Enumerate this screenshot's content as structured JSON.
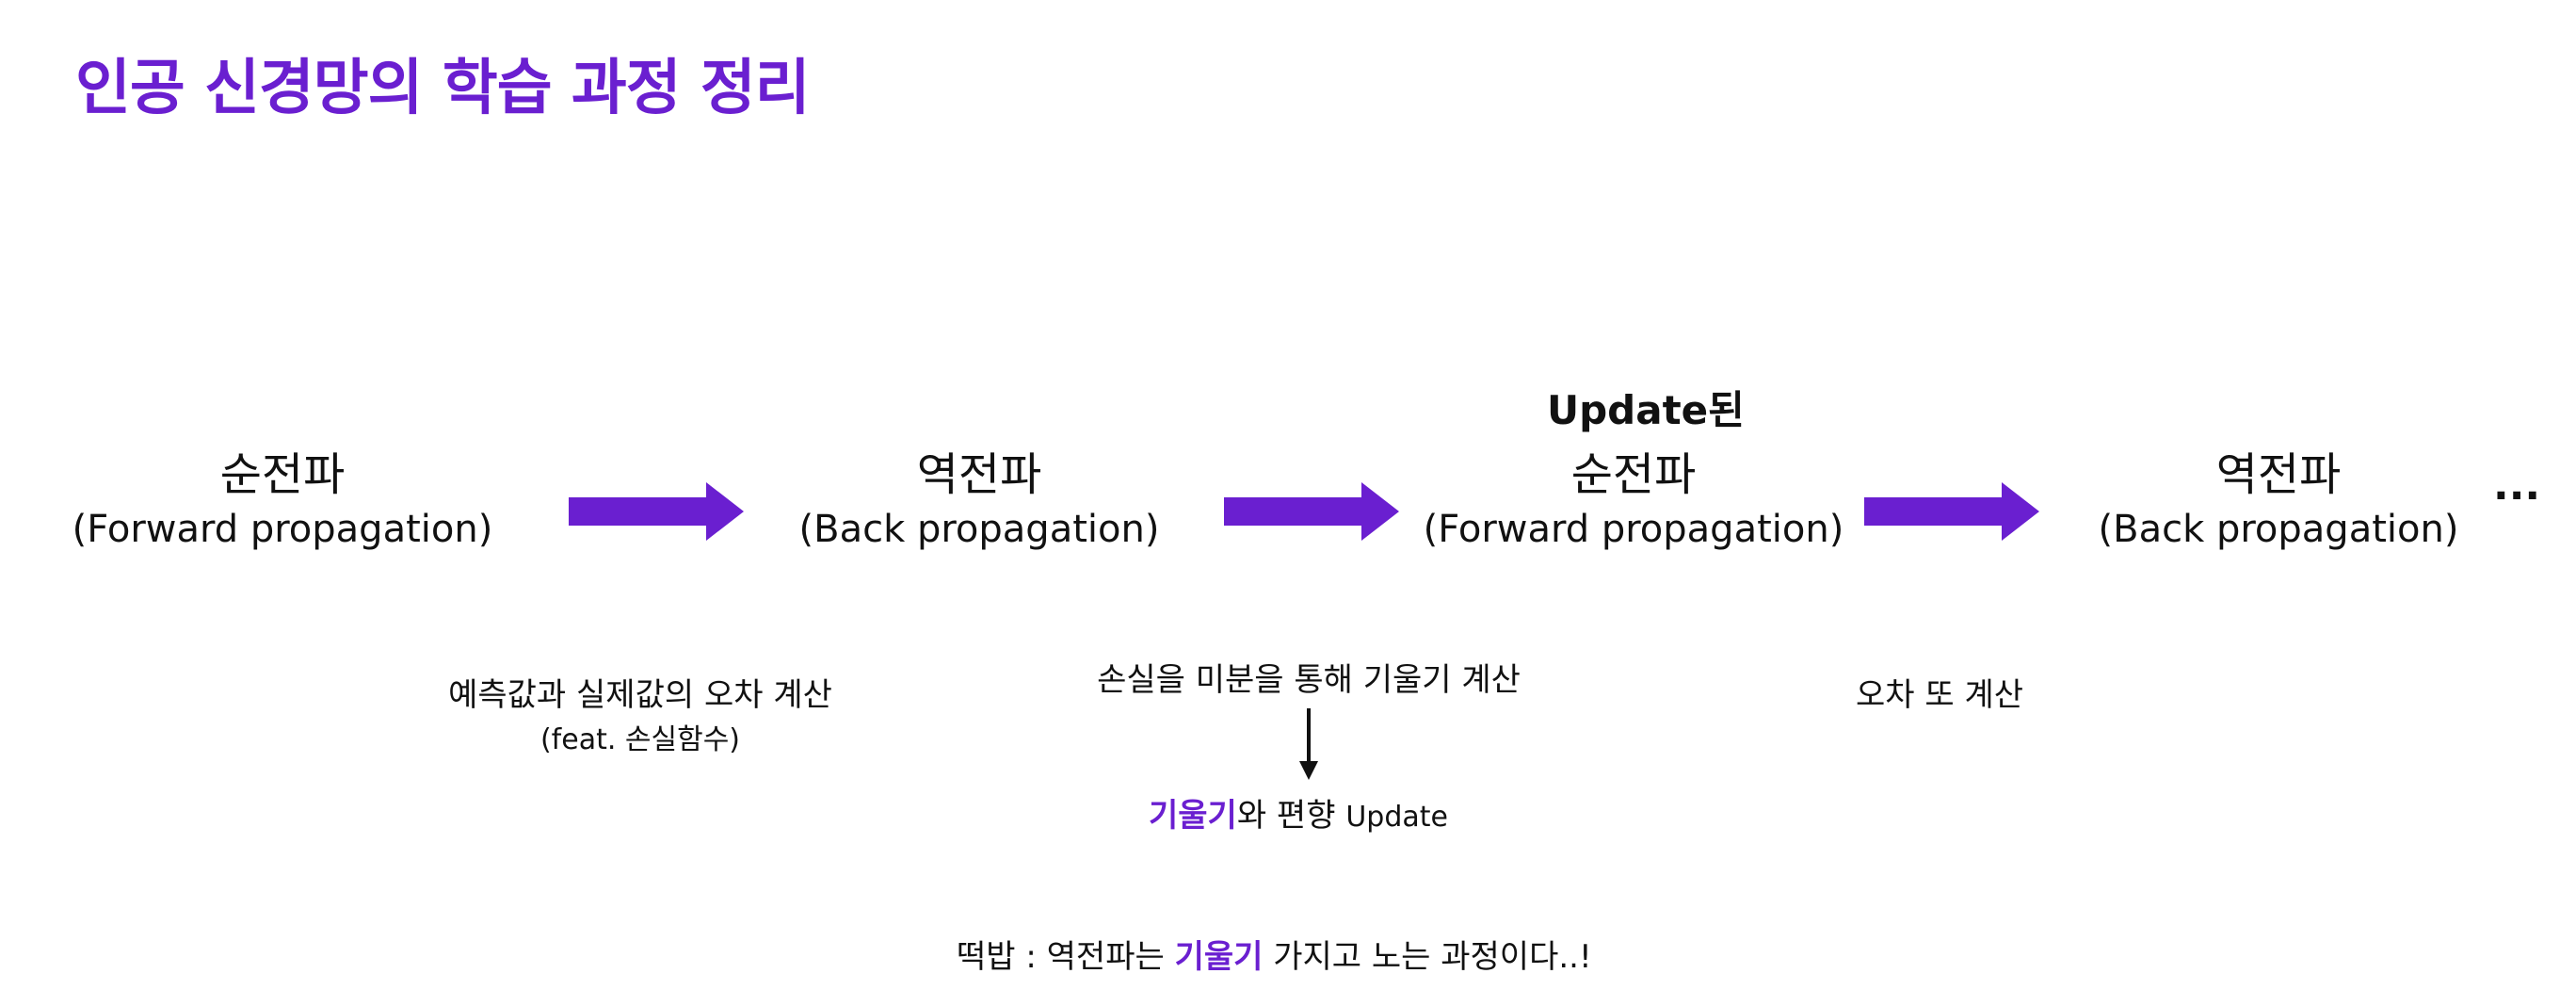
{
  "title": "인공 신경망의 학습 과정 정리",
  "colors": {
    "accent": "#6a1fd0",
    "text": "#111111",
    "background": "#ffffff"
  },
  "updated_label": "Update된",
  "steps": [
    {
      "ko": "순전파",
      "en": "(Forward propagation)"
    },
    {
      "ko": "역전파",
      "en": "(Back propagation)"
    },
    {
      "ko": "순전파",
      "en": "(Forward propagation)"
    },
    {
      "ko": "역전파",
      "en": "(Back propagation)"
    }
  ],
  "ellipsis": "...",
  "notes": {
    "forward_error": "예측값과 실제값의 오차 계산",
    "forward_error_sub": "(feat. 손실함수)",
    "backprop": "손실을 미분을 통해 기울기 계산",
    "gradient_word": "기울기",
    "gradient_rest": "와 편향 ",
    "gradient_update": "Update",
    "forward_again": "오차 또 계산"
  },
  "footer": {
    "prefix": "떡밥 : 역전파는 ",
    "highlight": "기울기",
    "suffix": " 가지고 노는 과정이다..!"
  }
}
